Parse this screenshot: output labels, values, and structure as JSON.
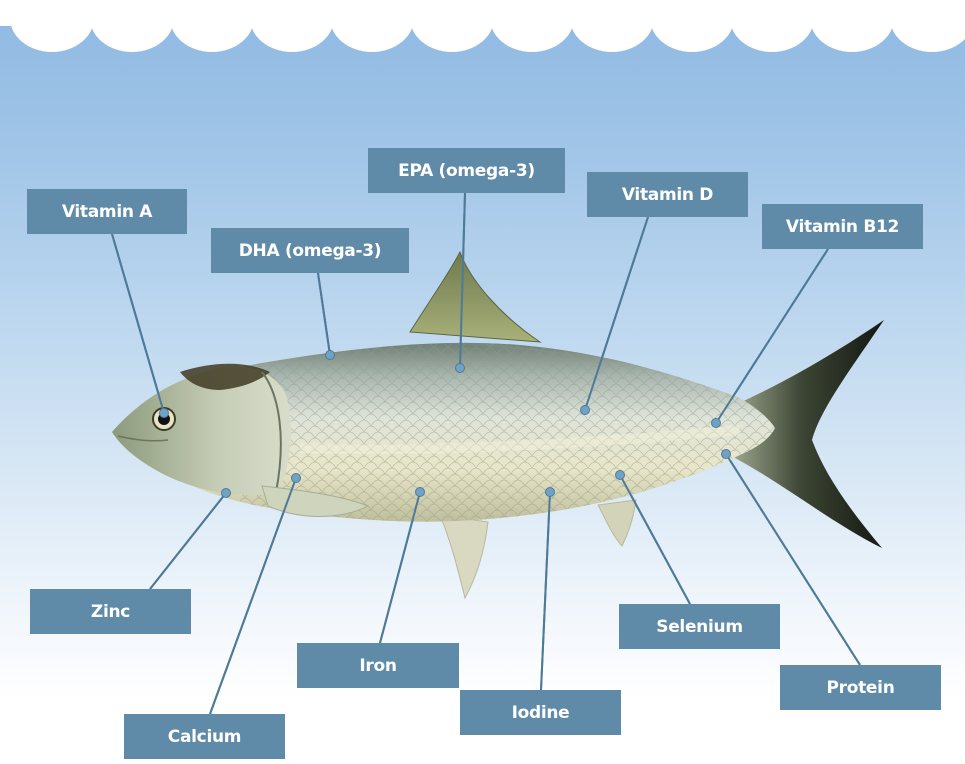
{
  "colors": {
    "label_background": "#5f8ba8",
    "label_text": "#ffffff",
    "leader_line": "#4f7a97",
    "water_top": "#8fb9e2",
    "water_bottom": "#ffffff"
  },
  "subject": "fish-illustration",
  "nutrients": [
    {
      "id": "vitamin-a",
      "label": "Vitamin A"
    },
    {
      "id": "dha",
      "label": "DHA (omega-3)"
    },
    {
      "id": "epa",
      "label": "EPA (omega-3)"
    },
    {
      "id": "vitamin-d",
      "label": "Vitamin D"
    },
    {
      "id": "vitamin-b12",
      "label": "Vitamin  B12"
    },
    {
      "id": "zinc",
      "label": "Zinc"
    },
    {
      "id": "calcium",
      "label": "Calcium"
    },
    {
      "id": "iron",
      "label": "Iron"
    },
    {
      "id": "iodine",
      "label": "Iodine"
    },
    {
      "id": "selenium",
      "label": "Selenium"
    },
    {
      "id": "protein",
      "label": "Protein"
    }
  ]
}
